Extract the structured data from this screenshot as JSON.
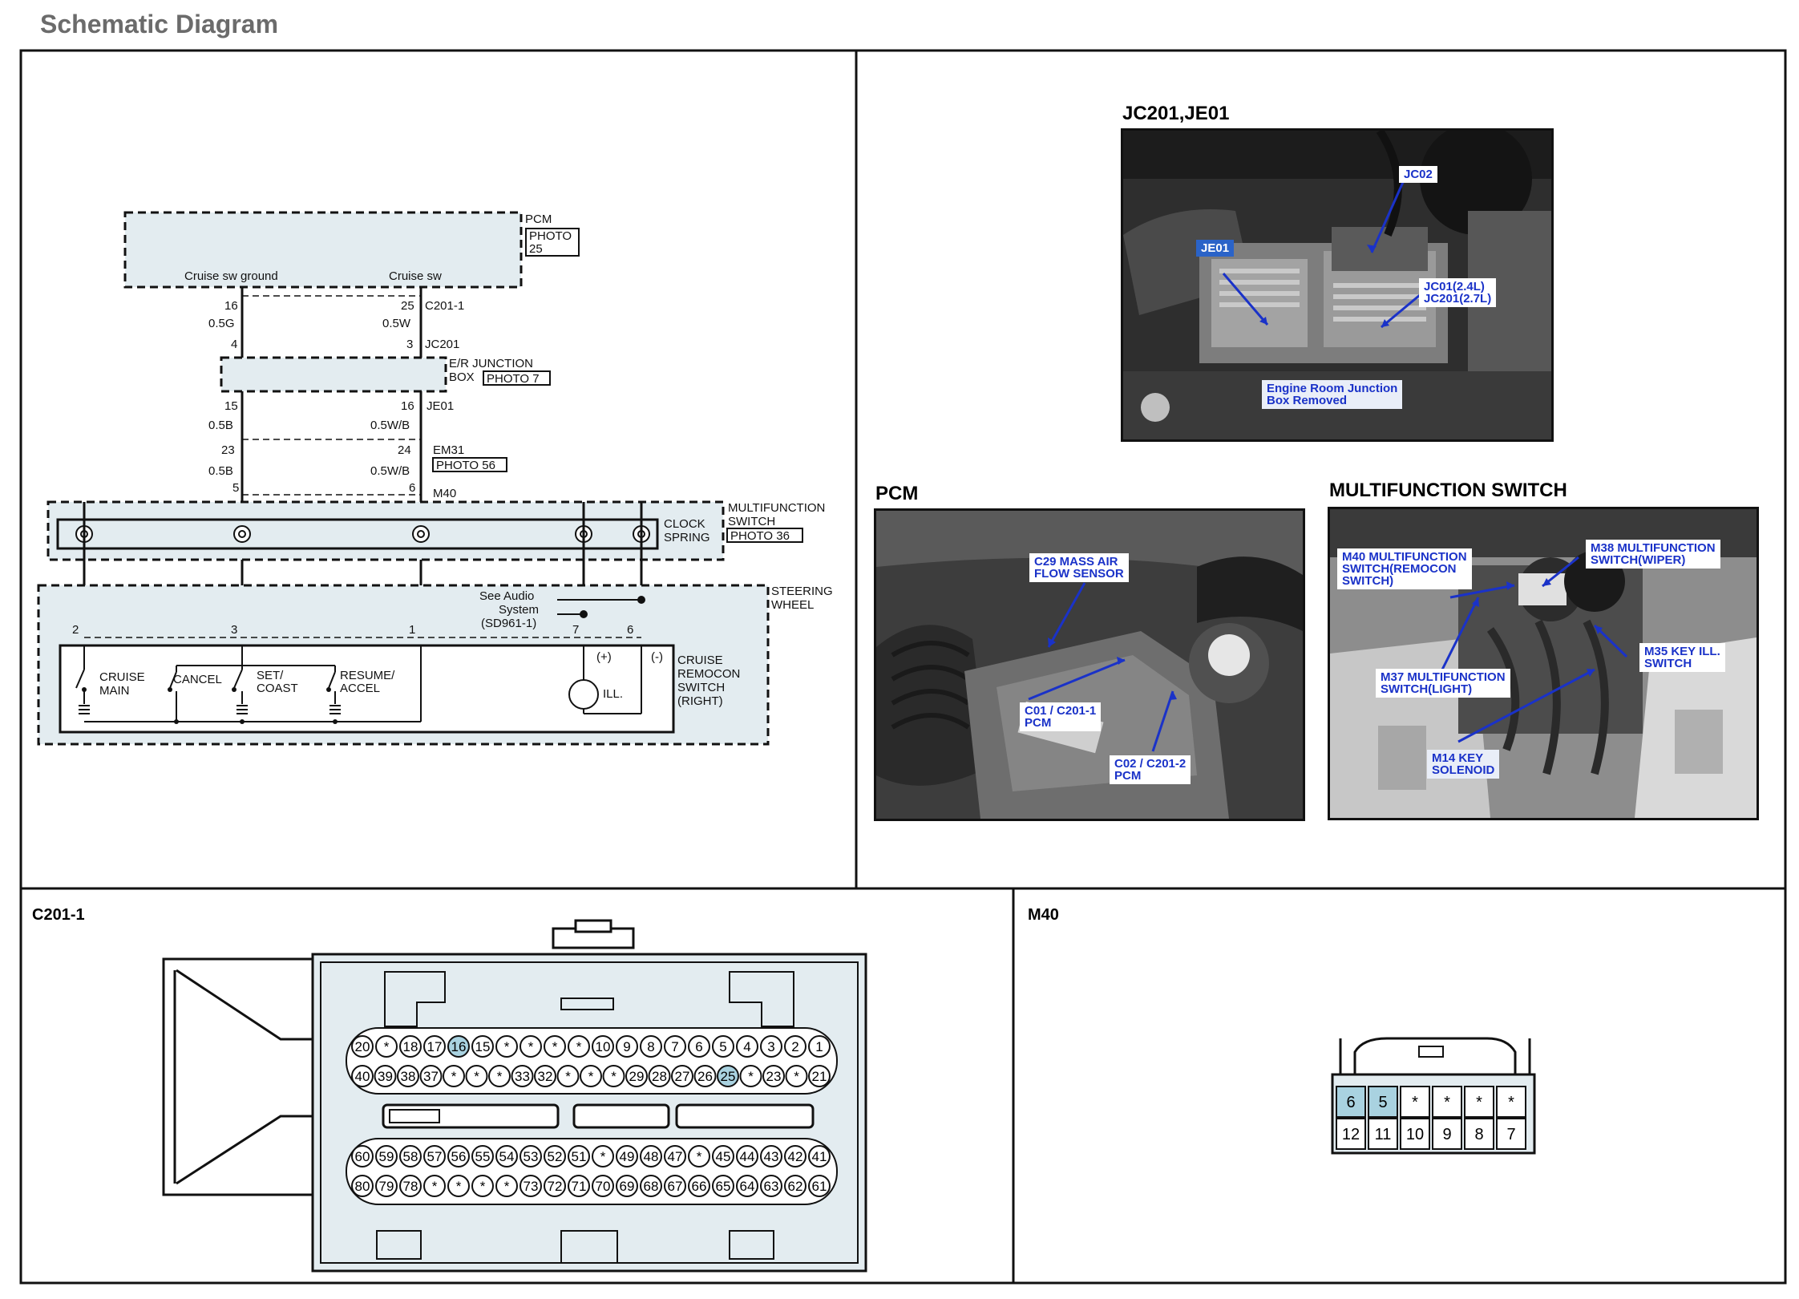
{
  "page_title": "Schematic Diagram",
  "schematic": {
    "pcm": {
      "name": "PCM",
      "photo": "PHOTO\n25",
      "photo_line1": "PHOTO",
      "photo_line2": "25",
      "pin_left_label": "Cruise sw ground",
      "pin_right_label": "Cruise sw"
    },
    "wires": [
      {
        "left_pin": "16",
        "right_pin": "25",
        "connector": "C201-1"
      },
      {
        "left_color": "0.5G",
        "right_color": "0.5W"
      },
      {
        "left_pin": "4",
        "right_pin": "3",
        "connector": "JC201"
      },
      {
        "left_pin": "15",
        "right_pin": "16",
        "connector": "JE01"
      },
      {
        "left_color": "0.5B",
        "right_color": "0.5W/B"
      },
      {
        "left_pin": "23",
        "right_pin": "24",
        "connector": "EM31"
      },
      {
        "left_color": "0.5B",
        "right_color": "0.5W/B"
      },
      {
        "left_pin": "5",
        "right_pin": "6",
        "connector": "M40"
      }
    ],
    "junction_box": {
      "line1": "E/R JUNCTION",
      "line2": "BOX",
      "photo": "PHOTO 7"
    },
    "em31_photo": "PHOTO 56",
    "mfs": {
      "line1": "MULTIFUNCTION",
      "line2": "SWITCH",
      "photo": "PHOTO 36"
    },
    "clock_spring": {
      "line1": "CLOCK",
      "line2": "SPRING"
    },
    "steering_wheel": {
      "line1": "STEERING",
      "line2": "WHEEL"
    },
    "audio_ref": {
      "line1": "See Audio",
      "line2": "System",
      "line3": "(SD961-1)"
    },
    "switch_pins": [
      "2",
      "3",
      "1",
      "7",
      "6"
    ],
    "plus": "(+)",
    "minus": "(-)",
    "switches": [
      {
        "line1": "CRUISE",
        "line2": "MAIN"
      },
      {
        "line1": "CANCEL",
        "line2": ""
      },
      {
        "line1": "SET/",
        "line2": "COAST"
      },
      {
        "line1": "RESUME/",
        "line2": "ACCEL"
      }
    ],
    "ill": "ILL.",
    "remocon": {
      "line1": "CRUISE",
      "line2": "REMOCON",
      "line3": "SWITCH",
      "line4": "(RIGHT)"
    }
  },
  "photos": {
    "jc201": {
      "title": "JC201,JE01",
      "callouts": {
        "jc02": "JC02",
        "je01": "JE01",
        "jc01": "JC01(2.4L)\nJC201(2.7L)",
        "removed": "Engine Room Junction\nBox Removed"
      }
    },
    "pcm": {
      "title": "PCM",
      "callouts": {
        "c29": "C29 MASS AIR\nFLOW SENSOR",
        "c01": "C01 / C201-1\nPCM",
        "c02": "C02 / C201-2\nPCM"
      }
    },
    "mfs": {
      "title": "MULTIFUNCTION SWITCH",
      "callouts": {
        "m40": "M40 MULTIFUNCTION\nSWITCH(REMOCON\nSWITCH)",
        "m38": "M38 MULTIFUNCTION\nSWITCH(WIPER)",
        "m35": "M35 KEY ILL.\nSWITCH",
        "m37": "M37 MULTIFUNCTION\nSWITCH(LIGHT)",
        "m14": "M14 KEY\nSOLENOID"
      }
    }
  },
  "connectors": {
    "c201": {
      "label": "C201-1",
      "row1": [
        "20",
        "*",
        "18",
        "17",
        "16",
        "15",
        "*",
        "*",
        "*",
        "*",
        "10",
        "9",
        "8",
        "7",
        "6",
        "5",
        "4",
        "3",
        "2",
        "1"
      ],
      "row2": [
        "40",
        "39",
        "38",
        "37",
        "*",
        "*",
        "*",
        "33",
        "32",
        "*",
        "*",
        "*",
        "29",
        "28",
        "27",
        "26",
        "25",
        "*",
        "23",
        "*",
        "21"
      ],
      "row3": [
        "60",
        "59",
        "58",
        "57",
        "56",
        "55",
        "54",
        "53",
        "52",
        "51",
        "*",
        "49",
        "48",
        "47",
        "*",
        "45",
        "44",
        "43",
        "42",
        "41"
      ],
      "row4": [
        "80",
        "79",
        "78",
        "*",
        "*",
        "*",
        "*",
        "73",
        "72",
        "71",
        "70",
        "69",
        "68",
        "67",
        "66",
        "65",
        "64",
        "63",
        "62",
        "61"
      ],
      "highlight": [
        "16",
        "25"
      ]
    },
    "m40": {
      "label": "M40",
      "top": [
        "6",
        "5",
        "*",
        "*",
        "*",
        "*"
      ],
      "bottom": [
        "12",
        "11",
        "10",
        "9",
        "8",
        "7"
      ],
      "highlight": [
        "6",
        "5"
      ]
    }
  },
  "colors": {
    "shade": "#e3ecf0",
    "highlight": "#a9d2e0",
    "callout_text": "#1a32c8",
    "line": "#111111"
  }
}
